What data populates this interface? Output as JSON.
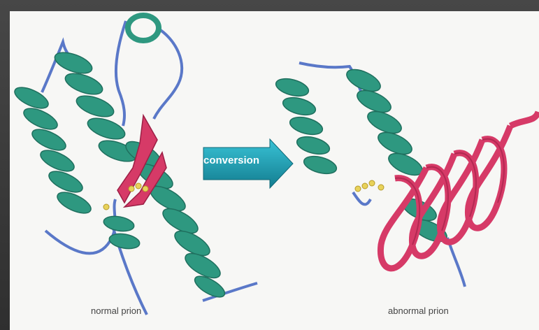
{
  "labels": {
    "arrow": "conversion",
    "left_caption": "normal prion",
    "right_caption": "abnormal prion"
  },
  "colors": {
    "helix": "#2e9880",
    "helix_dark": "#1f6f5e",
    "loop": "#5a78c8",
    "sheet": "#d63a67",
    "disulfide": "#e8d25a",
    "arrow": "#1fa3b8"
  }
}
